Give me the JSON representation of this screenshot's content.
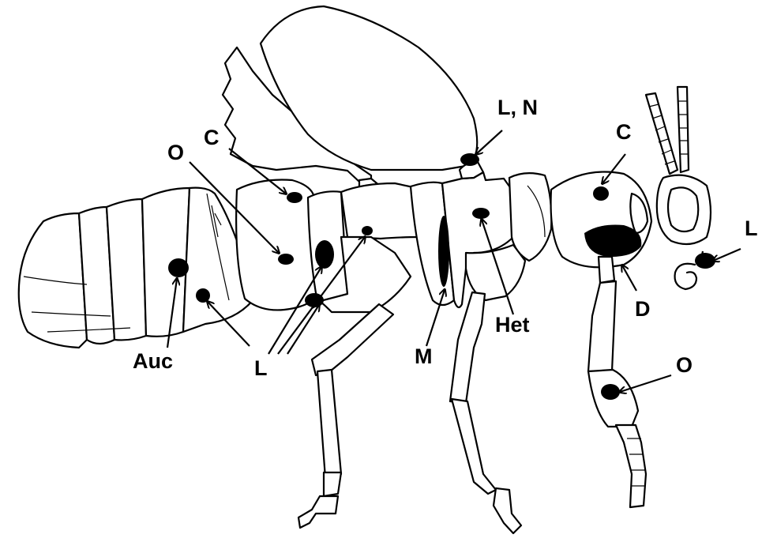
{
  "labels": {
    "ln": "L, N",
    "c_top": "C",
    "o_left": "O",
    "c_right": "C",
    "l_far_right": "L",
    "d": "D",
    "het": "Het",
    "m": "M",
    "o_bottom": "O",
    "auc": "Auc",
    "l_bottom": "L"
  },
  "colors": {
    "ink": "#000000",
    "paper": "#ffffff"
  }
}
